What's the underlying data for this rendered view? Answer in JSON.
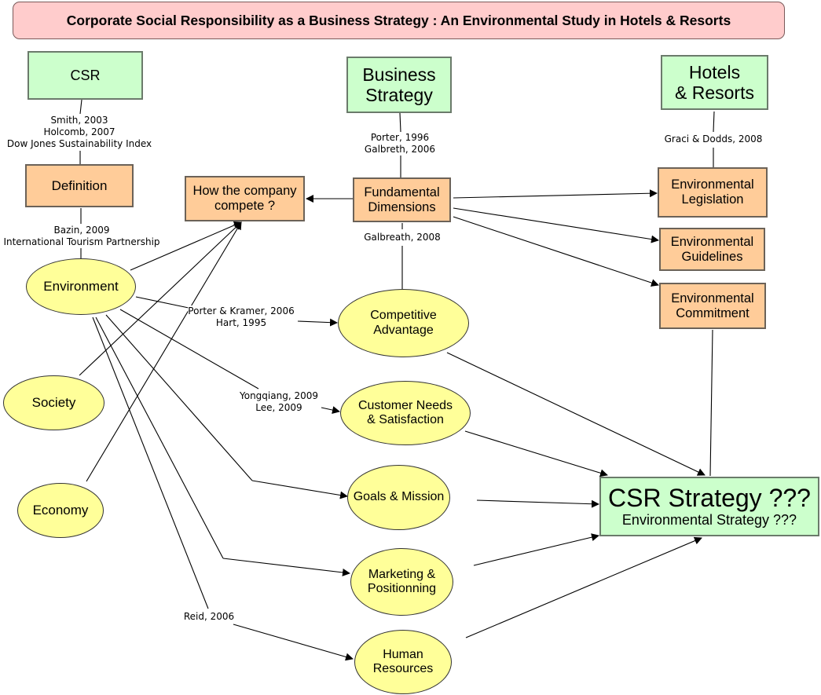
{
  "title": "Corporate Social Responsibility as a Business Strategy : An Environmental Study in Hotels & Resorts",
  "colors": {
    "title_bg": "#ffcccc",
    "green_box": "#ccffcc",
    "orange_box": "#ffcc99",
    "ellipse": "#ffff99"
  },
  "nodes": {
    "csr": "CSR",
    "business_strategy": [
      "Business",
      "Strategy"
    ],
    "hotels_resorts": [
      "Hotels",
      "& Resorts"
    ],
    "definition": "Definition",
    "how_compete": [
      "How the company",
      "compete ?"
    ],
    "fundamental_dimensions": [
      "Fundamental",
      "Dimensions"
    ],
    "env_legislation": [
      "Environmental",
      "Legislation"
    ],
    "env_guidelines": [
      "Environmental",
      "Guidelines"
    ],
    "env_commitment": [
      "Environmental",
      "Commitment"
    ],
    "environment": "Environment",
    "society": "Society",
    "economy": "Economy",
    "competitive_advantage": [
      "Competitive",
      "Advantage"
    ],
    "customer_needs": [
      "Customer Needs",
      "& Satisfaction"
    ],
    "goals_mission": "Goals & Mission",
    "marketing": [
      "Marketing &",
      "Positionning"
    ],
    "human_resources": [
      "Human",
      "Resources"
    ],
    "csr_strategy": {
      "main": "CSR Strategy ???",
      "sub": "Environmental Strategy ???"
    }
  },
  "references": {
    "csr_definition": [
      "Smith, 2003",
      "Holcomb, 2007",
      "Dow Jones Sustainability Index"
    ],
    "definition_environment": [
      "Bazin, 2009",
      "International Tourism Partnership"
    ],
    "business_fundamental": [
      "Porter, 1996",
      "Galbreth, 2006"
    ],
    "fundamental_competitive": [
      "Galbreath, 2008"
    ],
    "hotels_legislation": [
      "Graci & Dodds, 2008"
    ],
    "environment_competitive": [
      "Porter & Kramer, 2006",
      "Hart, 1995"
    ],
    "environment_customer": [
      "Yongqiang, 2009",
      "Lee, 2009"
    ],
    "environment_hr": [
      "Reid, 2006"
    ]
  }
}
